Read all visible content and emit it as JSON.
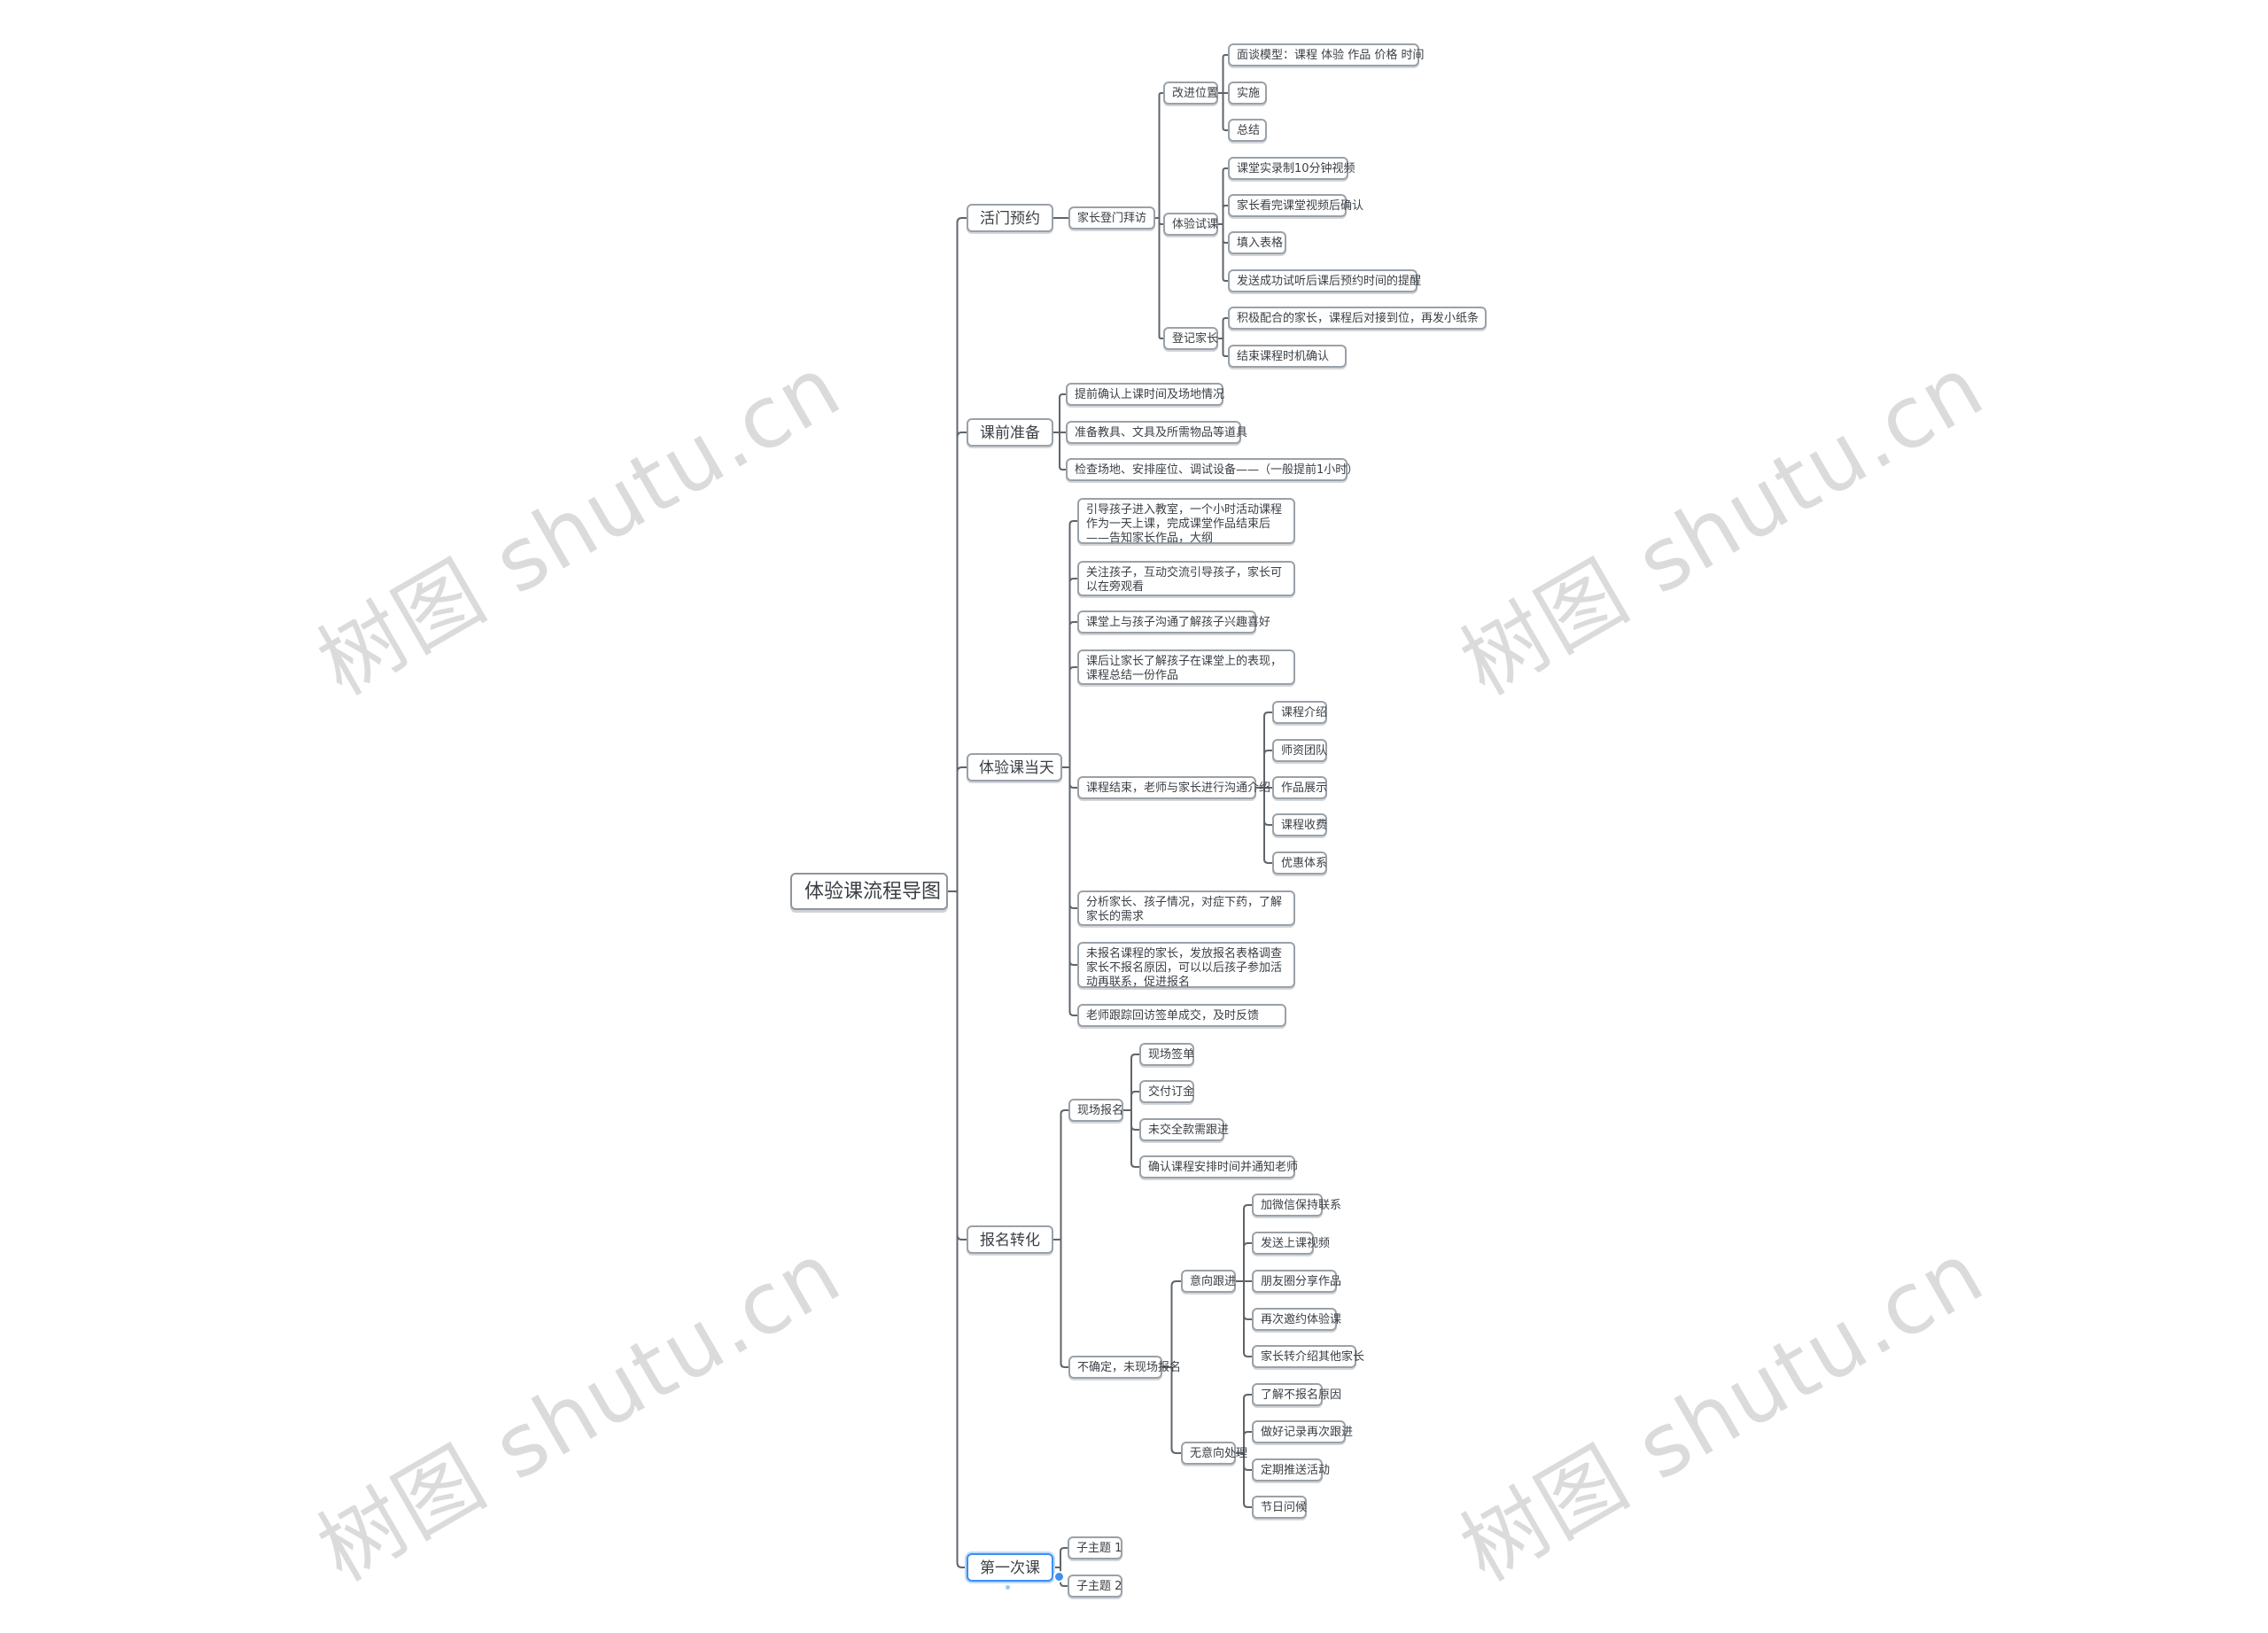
{
  "watermark_text": "树图 shutu.cn",
  "colors": {
    "line": "#5f656b",
    "border": "#9aa1a8",
    "selected": "#3d8ff0"
  },
  "root": "体验课流程导图",
  "branches": [
    {
      "label": "活门预约",
      "children": [
        {
          "label": "家长登门拜访",
          "children": [
            {
              "label": "改进位置",
              "children": [
                {
                  "label": "面谈模型：课程 体验 作品 价格 时间"
                },
                {
                  "label": "实施"
                },
                {
                  "label": "总结"
                }
              ]
            },
            {
              "label": "体验试课",
              "children": [
                {
                  "label": "课堂实录制10分钟视频"
                },
                {
                  "label": "家长看完课堂视频后确认"
                },
                {
                  "label": "填入表格"
                },
                {
                  "label": "发送成功试听后课后预约时间的提醒"
                }
              ]
            },
            {
              "label": "登记家长",
              "children": [
                {
                  "label": "积极配合的家长，课程后对接到位，再发小纸条"
                },
                {
                  "label": "结束课程时机确认"
                }
              ]
            }
          ]
        }
      ]
    },
    {
      "label": "课前准备",
      "children": [
        {
          "label": "提前确认上课时间及场地情况"
        },
        {
          "label": "准备教具、文具及所需物品等道具"
        },
        {
          "label": "检查场地、安排座位、调试设备——（一般提前1小时）"
        }
      ]
    },
    {
      "label": "体验课当天",
      "children": [
        {
          "label": "引导孩子进入教室，一个小时活动课程作为一天上课，完成课堂作品结束后——告知家长作品，大纲",
          "multi": true
        },
        {
          "label": "关注孩子，互动交流引导孩子，家长可以在旁观看",
          "multi": true
        },
        {
          "label": "课堂上与孩子沟通了解孩子兴趣喜好"
        },
        {
          "label": "课后让家长了解孩子在课堂上的表现，课程总结一份作品",
          "multi": true
        },
        {
          "label": "课程结束，老师与家长进行沟通介绍",
          "children": [
            {
              "label": "课程介绍"
            },
            {
              "label": "师资团队"
            },
            {
              "label": "作品展示"
            },
            {
              "label": "课程收费"
            },
            {
              "label": "优惠体系"
            }
          ]
        },
        {
          "label": "分析家长、孩子情况，对症下药，了解家长的需求",
          "multi": true
        },
        {
          "label": "未报名课程的家长，发放报名表格调查家长不报名原因，可以以后孩子参加活动再联系，促进报名",
          "multi": true
        },
        {
          "label": "老师跟踪回访签单成交，及时反馈"
        }
      ]
    },
    {
      "label": "报名转化",
      "children": [
        {
          "label": "现场报名",
          "children": [
            {
              "label": "现场签单"
            },
            {
              "label": "交付订金"
            },
            {
              "label": "未交全款需跟进"
            },
            {
              "label": "确认课程安排时间并通知老师"
            }
          ]
        },
        {
          "label": "不确定，未现场报名",
          "children": [
            {
              "label": "意向跟进",
              "children": [
                {
                  "label": "加微信保持联系"
                },
                {
                  "label": "发送上课视频"
                },
                {
                  "label": "朋友圈分享作品"
                },
                {
                  "label": "再次邀约体验课"
                },
                {
                  "label": "家长转介绍其他家长"
                }
              ]
            },
            {
              "label": "无意向处理",
              "children": [
                {
                  "label": "了解不报名原因"
                },
                {
                  "label": "做好记录再次跟进"
                },
                {
                  "label": "定期推送活动"
                },
                {
                  "label": "节日问候"
                }
              ]
            }
          ]
        }
      ]
    },
    {
      "label": "第一次课",
      "selected": true,
      "children": [
        {
          "label": "子主题 1"
        },
        {
          "label": "子主题 2"
        }
      ]
    }
  ]
}
